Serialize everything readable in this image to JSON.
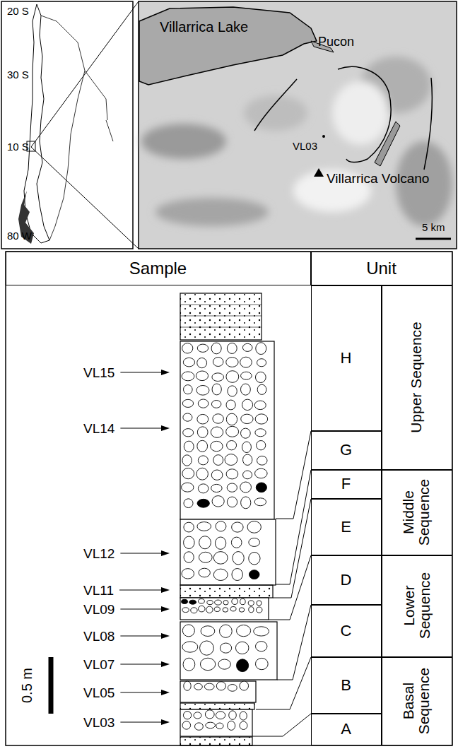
{
  "diagram": {
    "nodes": [
      {
        "text": [
          "Sample"
        ]
      },
      {
        "text": [
          "Unit"
        ]
      },
      {
        "text": [
          "H"
        ]
      },
      {
        "text": [
          "G"
        ]
      },
      {
        "text": [
          "F"
        ]
      },
      {
        "text": [
          "E"
        ]
      },
      {
        "text": [
          "D"
        ]
      },
      {
        "text": [
          "C"
        ]
      },
      {
        "text": [
          "B"
        ]
      },
      {
        "text": [
          "A"
        ]
      },
      {
        "text": [
          "Upper Sequence"
        ]
      },
      {
        "text": [
          "Middle Sequence"
        ]
      },
      {
        "text": [
          "Lower Sequence"
        ]
      },
      {
        "text": [
          "Basal Sequence"
        ]
      }
    ],
    "labels": [
      "20 S",
      "30 S",
      "10 S",
      "80 W",
      "Villarrica Lake",
      "Pucon",
      "VL03",
      "Villarrica Volcano",
      "5 km",
      "VL15",
      "VL14",
      "VL12",
      "VL11",
      "VL09",
      "VL08",
      "VL07",
      "VL05",
      "VL03",
      "0.5 m"
    ]
  }
}
